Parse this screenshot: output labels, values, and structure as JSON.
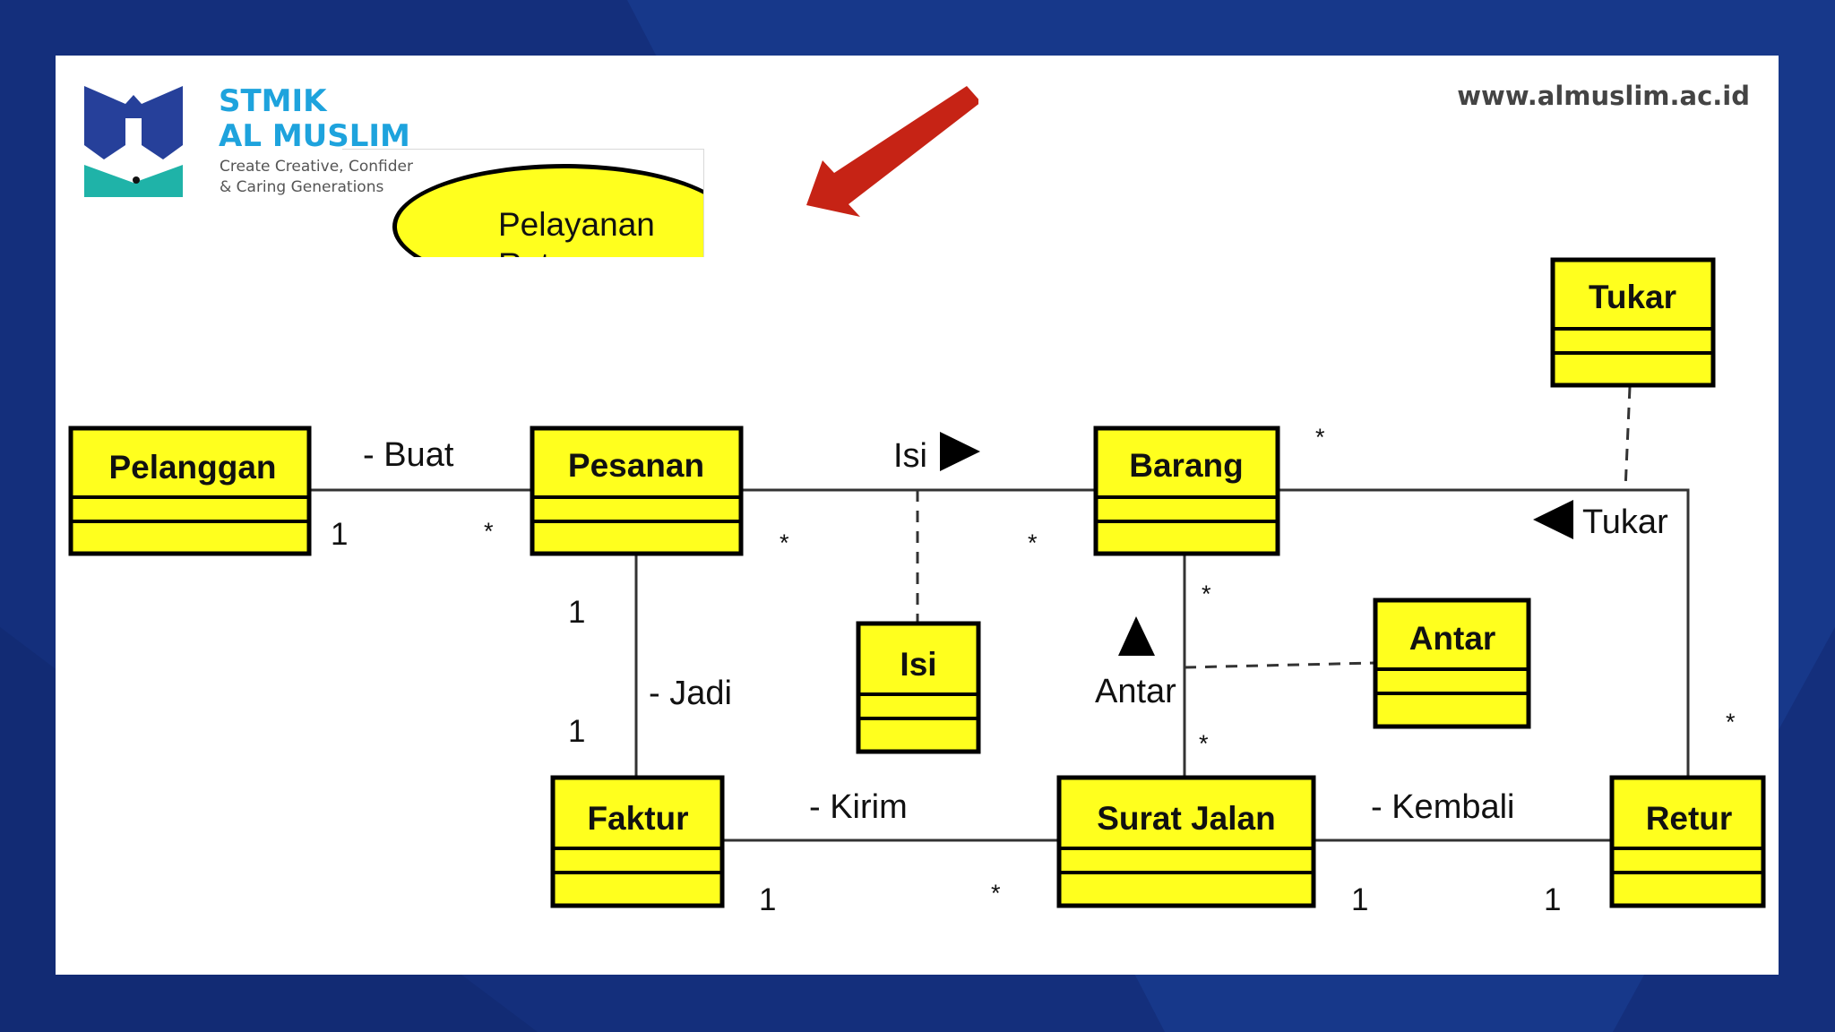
{
  "brand": {
    "name_line1": "STMIK",
    "name_line2": "AL MUSLIM",
    "tagline_line1": "Create Creative, Confider",
    "tagline_line2": "& Caring Generations",
    "website": "www.almuslim.ac.id"
  },
  "use_case": {
    "line1": "Pelayanan",
    "line2": "Retur"
  },
  "classes": {
    "pelanggan": "Pelanggan",
    "pesanan": "Pesanan",
    "barang": "Barang",
    "tukar": "Tukar",
    "isi": "Isi",
    "antar": "Antar",
    "faktur": "Faktur",
    "surat_jalan": "Surat Jalan",
    "retur": "Retur"
  },
  "associations": {
    "buat": "- Buat",
    "isi": "Isi",
    "tukar": "Tukar",
    "jadi": "- Jadi",
    "antar": "Antar",
    "kirim": "- Kirim",
    "kembali": "- Kembali"
  },
  "multiplicities": {
    "pelanggan_buat": "1",
    "pesanan_buat": "*",
    "pesanan_isi": "*",
    "barang_isi": "*",
    "barang_tukar": "*",
    "pesanan_jadi": "1",
    "faktur_jadi": "1",
    "barang_antar": "*",
    "surat_antar": "*",
    "retur_tukar": "*",
    "faktur_kirim": "1",
    "surat_kirim": "*",
    "surat_kembali": "1",
    "retur_kembali": "1"
  },
  "colors": {
    "class_fill": "#ffff1e",
    "background": "#142f7c",
    "arrow": "#c62315",
    "brand_blue": "#1ea3dd",
    "brand_navy": "#26409a",
    "brand_teal": "#1fb3a8"
  }
}
